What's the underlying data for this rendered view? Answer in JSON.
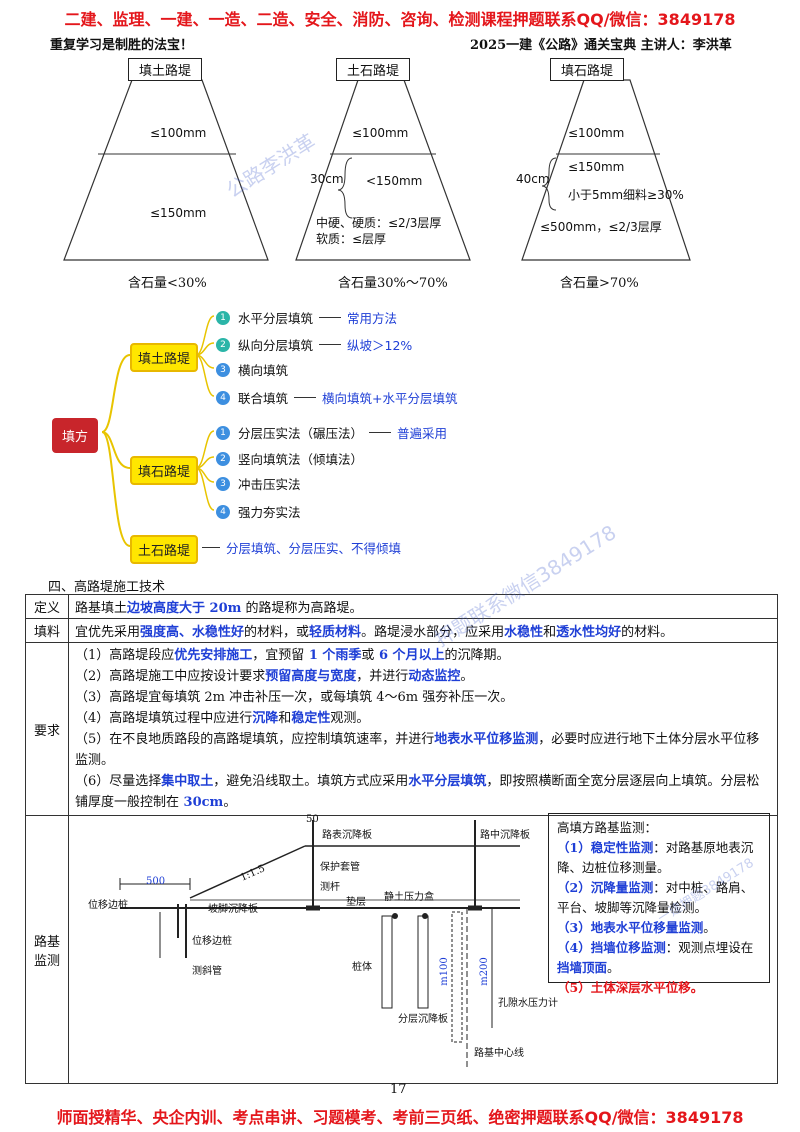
{
  "header": {
    "banner": "二建、监理、一建、一造、二造、安全、消防、咨询、检测课程押题联系QQ/微信：3849178",
    "motto": "重复学习是制胜的法宝！",
    "book": "2025一建《公路》通关宝典  主讲人：李洪革"
  },
  "embankments": [
    {
      "title": "填土路堤",
      "top_layer": "≤100mm",
      "bottom_layer": "≤150mm",
      "caption": "含石量<30%"
    },
    {
      "title": "土石路堤",
      "top_layer": "≤100mm",
      "middle_left": "30cm",
      "middle_right": "<150mm",
      "note1": "中硬、硬质：≤2/3层厚",
      "note2": "软质：≤层厚",
      "caption": "含石量30%～70%"
    },
    {
      "title": "填石路堤",
      "top_layer": "≤100mm",
      "middle_left": "40cm",
      "middle_right1": "≤150mm",
      "middle_right2": "小于5mm细料≥30%",
      "note1": "≤500mm，≤2/3层厚",
      "caption": "含石量>70%"
    }
  ],
  "mindmap": {
    "root": "填方",
    "branches": [
      {
        "label": "填土路堤",
        "items": [
          {
            "n": "1",
            "text": "水平分层填筑",
            "note": "常用方法"
          },
          {
            "n": "2",
            "text": "纵向分层填筑",
            "note": "纵坡＞12%"
          },
          {
            "n": "3",
            "text": "横向填筑",
            "note": ""
          },
          {
            "n": "4",
            "text": "联合填筑",
            "note": "横向填筑+水平分层填筑"
          }
        ]
      },
      {
        "label": "填石路堤",
        "items": [
          {
            "n": "1",
            "text": "分层压实法（碾压法）",
            "note": "普遍采用"
          },
          {
            "n": "2",
            "text": "竖向填筑法（倾填法）",
            "note": ""
          },
          {
            "n": "3",
            "text": "冲击压实法",
            "note": ""
          },
          {
            "n": "4",
            "text": "强力夯实法",
            "note": ""
          }
        ]
      },
      {
        "label": "土石路堤",
        "note": "分层填筑、分层压实、不得倾填"
      }
    ],
    "colors": {
      "n1": "#2bb5a8",
      "n2": "#2bb5a8",
      "n3": "#3d8fe0",
      "n4": "#3d8fe0"
    }
  },
  "section": {
    "title": "四、高路堤施工技术",
    "def_h": "定义",
    "def_a": "路基填土",
    "def_b": "边坡高度大于 20m",
    "def_c": " 的路堤称为高路堤。",
    "fill_h": "填料",
    "fill_a": "宜优先采用",
    "fill_b": "强度高、水稳性好",
    "fill_c": "的材料，或",
    "fill_d": "轻质材料",
    "fill_e": "。路堤浸水部分，应采用",
    "fill_f": "水稳性",
    "fill_g": "和",
    "fill_h2": "透水性均好",
    "fill_i": "的材料。",
    "req_h": "要求",
    "r1a": "（1）高路堤段应",
    "r1b": "优先安排施工",
    "r1c": "，宜预留",
    "r1d": " 1 个雨季",
    "r1e": "或",
    "r1f": " 6 个月以上",
    "r1g": "的沉降期。",
    "r2a": "（2）高路堤施工中应按设计要求",
    "r2b": "预留高度与宽度",
    "r2c": "，并进行",
    "r2d": "动态监控",
    "r2e": "。",
    "r3": "（3）高路堤宜每填筑 2m 冲击补压一次，或每填筑 4～6m 强夯补压一次。",
    "r4a": "（4）高路堤填筑过程中应进行",
    "r4b": "沉降",
    "r4c": "和",
    "r4d": "稳定性",
    "r4e": "观测。",
    "r5a": "（5）在不良地质路段的高路堤填筑，应控制填筑速率，并进行",
    "r5b": "地表水平位移监测",
    "r5c": "，必要时应进行地下土体分层水平位移监测。",
    "r6a": "（6）尽量选择",
    "r6b": "集中取土",
    "r6c": "，避免沿线取土。填筑方式应采用",
    "r6d": "水平分层填筑",
    "r6e": "，即按照横断面全宽分层逐层向上填筑。分层松铺厚度一般控制在",
    "r6f": " 30cm",
    "r6g": "。",
    "mon_h": "路基监测"
  },
  "drawing": {
    "d500": "500",
    "d50": "50",
    "slope": "1:1.5",
    "l1": "路表沉降板",
    "l2": "路中沉降板",
    "l3": "保护套管",
    "l4": "测杆",
    "l5": "垫层",
    "l6": "位移边桩",
    "l7": "坡脚沉降板",
    "l8": "静土压力盒",
    "l9": "位移边桩",
    "l10": "测斜管",
    "l11": "桩体",
    "l12": "分层沉降板",
    "l13": "孔隙水压力计",
    "l14": "路基中心线",
    "l15": "m100",
    "l16": "m200"
  },
  "monitor": {
    "title": "高填方路基监测：",
    "i1a": "（1）稳定性监测",
    "i1b": "：对路基原地表沉降、边桩位移测量。",
    "i2a": "（2）沉降量监测",
    "i2b": "：对中桩、路肩、平台、坡脚等沉降量检测。",
    "i3a": "（3）地表水平位移量监测",
    "i3b": "。",
    "i4a": "（4）挡墙位移监测",
    "i4b": "：观测点埋设在",
    "i4c": "挡墙顶面",
    "i4d": "。",
    "i5": "（5）土体深层水平位移。"
  },
  "footer": {
    "page": "17",
    "banner": "师面授精华、央企内训、考点串讲、习题模考、考前三页纸、绝密押题联系QQ/微信：3849178"
  },
  "watermarks": {
    "w1": "公路李洪革",
    "w2": "押题联系微信3849178",
    "w3": "一建押题3849178"
  }
}
